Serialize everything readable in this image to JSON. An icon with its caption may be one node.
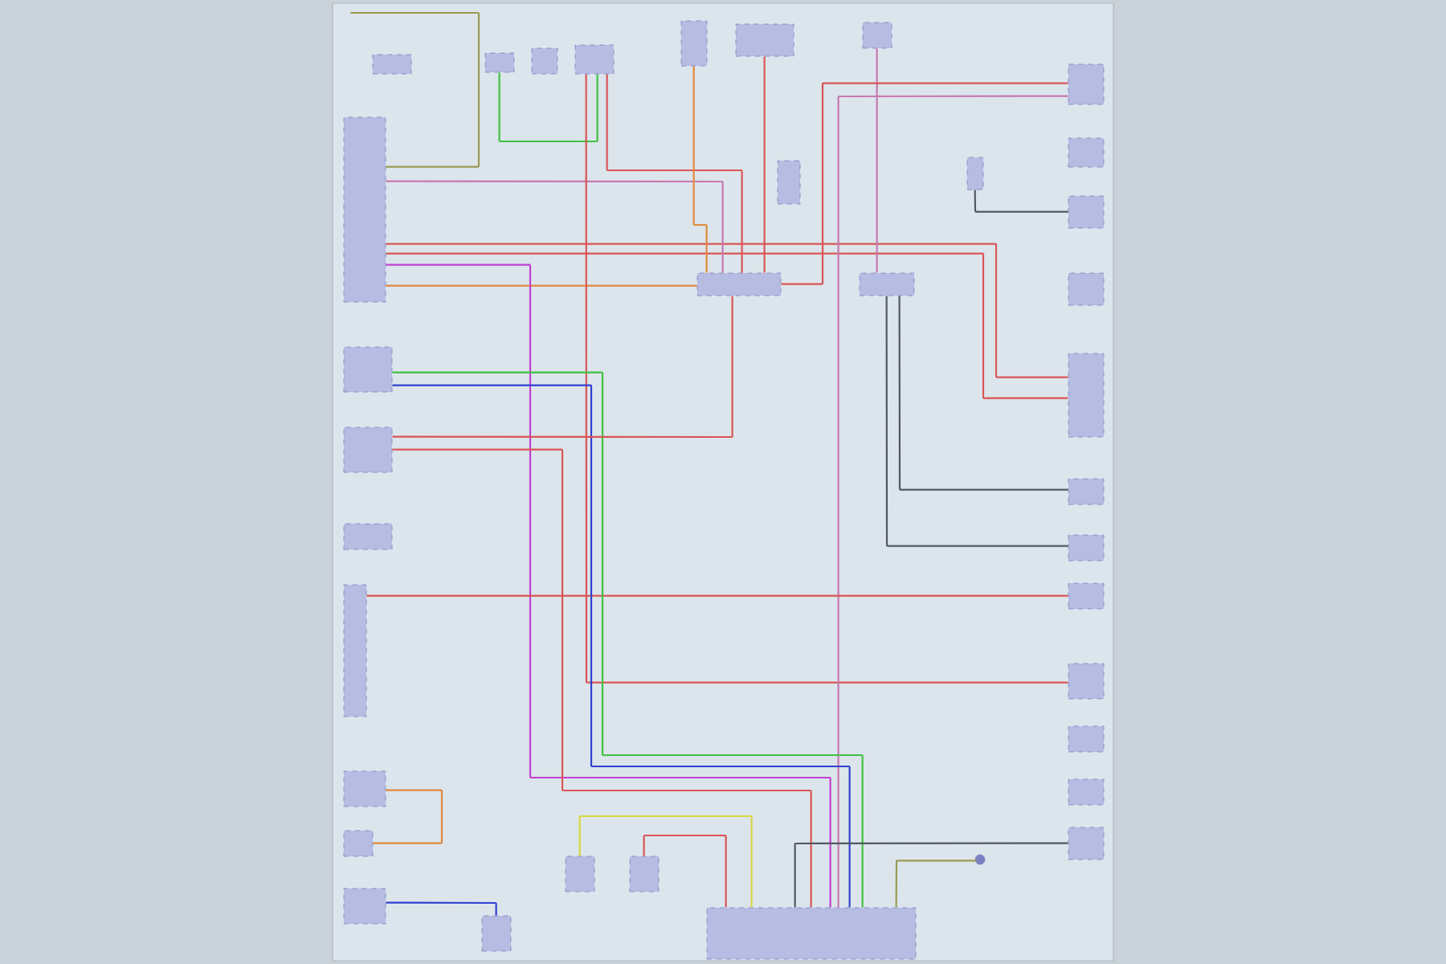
{
  "diagram": {
    "nodes": [
      {
        "text": [],
        "shape": "box"
      },
      {
        "text": [],
        "shape": "box"
      },
      {
        "text": [],
        "shape": "box"
      },
      {
        "text": [],
        "shape": "box"
      },
      {
        "text": [],
        "shape": "box"
      },
      {
        "text": [],
        "shape": "box"
      },
      {
        "text": [],
        "shape": "box"
      },
      {
        "text": [],
        "shape": "box"
      },
      {
        "text": [],
        "shape": "box"
      },
      {
        "text": [],
        "shape": "box"
      },
      {
        "text": [],
        "shape": "box"
      },
      {
        "text": [],
        "shape": "box"
      },
      {
        "text": [],
        "shape": "box"
      },
      {
        "text": [],
        "shape": "box"
      },
      {
        "text": [],
        "shape": "box"
      },
      {
        "text": [],
        "shape": "box"
      },
      {
        "text": [],
        "shape": "box"
      },
      {
        "text": [],
        "shape": "box"
      },
      {
        "text": [],
        "shape": "box"
      },
      {
        "text": [],
        "shape": "box"
      },
      {
        "text": [],
        "shape": "box"
      },
      {
        "text": [],
        "shape": "box"
      },
      {
        "text": [],
        "shape": "box"
      },
      {
        "text": [],
        "shape": "box"
      },
      {
        "text": [],
        "shape": "box"
      },
      {
        "text": [],
        "shape": "box"
      },
      {
        "text": [],
        "shape": "box"
      },
      {
        "text": [],
        "shape": "box"
      },
      {
        "text": [],
        "shape": "box"
      },
      {
        "text": [],
        "shape": "box"
      },
      {
        "text": [],
        "shape": "box"
      },
      {
        "text": [],
        "shape": "box"
      },
      {
        "text": [],
        "shape": "box"
      },
      {
        "text": [],
        "shape": "box"
      },
      {
        "text": [],
        "shape": "box"
      },
      {
        "text": [],
        "shape": "circle"
      }
    ],
    "edges": [
      {
        "from": 0,
        "to": 21,
        "arrow": "none",
        "color": "#e08a3c"
      },
      {
        "from": 0,
        "to": 13,
        "arrow": "none",
        "color": "#d95555"
      },
      {
        "from": 0,
        "to": 13,
        "arrow": "none",
        "color": "#d95555"
      },
      {
        "from": 0,
        "to": 34,
        "arrow": "none",
        "color": "#c040d0"
      },
      {
        "from": 0,
        "to": 21,
        "arrow": "none",
        "color": "#c878b0"
      },
      {
        "from": 2,
        "to": 4,
        "arrow": "none",
        "color": "#40c040"
      },
      {
        "from": 4,
        "to": 17,
        "arrow": "none",
        "color": "#d95555"
      },
      {
        "from": 4,
        "to": 21,
        "arrow": "none",
        "color": "#d95555"
      },
      {
        "from": 5,
        "to": 21,
        "arrow": "none",
        "color": "#e08a3c"
      },
      {
        "from": 6,
        "to": 21,
        "arrow": "none",
        "color": "#d95555"
      },
      {
        "from": 7,
        "to": 22,
        "arrow": "none",
        "color": "#c878b0"
      },
      {
        "from": 8,
        "to": 21,
        "arrow": "none",
        "color": "#d95555"
      },
      {
        "from": 8,
        "to": 34,
        "arrow": "none",
        "color": "#c878b0"
      },
      {
        "from": 10,
        "to": 11,
        "arrow": "none",
        "color": "#505860"
      },
      {
        "from": 22,
        "to": 14,
        "arrow": "none",
        "color": "#505860"
      },
      {
        "from": 22,
        "to": 15,
        "arrow": "none",
        "color": "#505860"
      },
      {
        "from": 27,
        "to": 16,
        "arrow": "none",
        "color": "#d95555"
      },
      {
        "from": 24,
        "to": 34,
        "arrow": "none",
        "color": "#40c040"
      },
      {
        "from": 24,
        "to": 34,
        "arrow": "none",
        "color": "#3040d0"
      },
      {
        "from": 25,
        "to": 21,
        "arrow": "none",
        "color": "#d95555"
      },
      {
        "from": 25,
        "to": 34,
        "arrow": "none",
        "color": "#d95555"
      },
      {
        "from": 28,
        "to": 29,
        "arrow": "none",
        "color": "#e08a3c"
      },
      {
        "from": 30,
        "to": 31,
        "arrow": "none",
        "color": "#3040d0"
      },
      {
        "from": 32,
        "to": 34,
        "arrow": "none",
        "color": "#d8d840"
      },
      {
        "from": 33,
        "to": 34,
        "arrow": "none",
        "color": "#d95555"
      },
      {
        "from": 20,
        "to": 34,
        "arrow": "none",
        "color": "#505860"
      },
      {
        "from": 34,
        "to": 35,
        "arrow": "none",
        "color": "#9a9a50"
      },
      {
        "from": null,
        "to": 0,
        "arrow": "none",
        "color": "#9a9a50"
      }
    ]
  }
}
